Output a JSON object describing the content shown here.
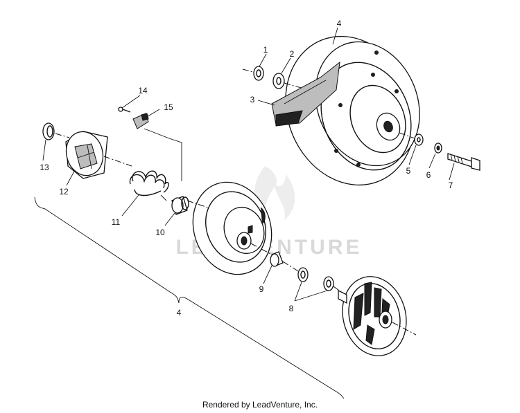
{
  "diagram": {
    "callouts": {
      "c1": "1",
      "c2": "2",
      "c3": "3",
      "c4_top": "4",
      "c5": "5",
      "c6": "6",
      "c7": "7",
      "c8": "8",
      "c9": "9",
      "c10": "10",
      "c11": "11",
      "c12": "12",
      "c13": "13",
      "c14": "14",
      "c15": "15",
      "c4_bottom": "4"
    },
    "watermark": "LEADVENTURE"
  },
  "footer": {
    "caption": "Rendered by LeadVenture, Inc."
  }
}
